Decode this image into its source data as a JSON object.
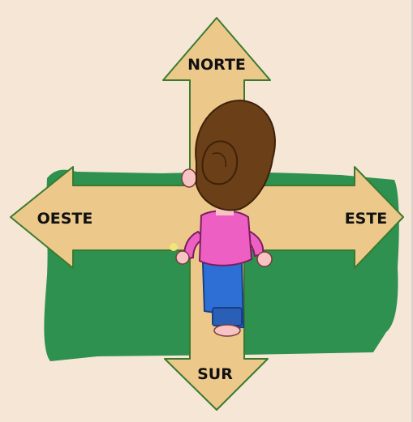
{
  "labels": {
    "north": "NORTE",
    "south": "SUR",
    "west": "OESTE",
    "east": "ESTE"
  },
  "colors": {
    "background": "#f5e6d6",
    "grass": "#2e9150",
    "arrow_fill": "#ecc98a",
    "arrow_stroke": "#3b7a2e",
    "hair": "#6b3f17",
    "shirt": "#ee5fc4",
    "pants": "#2d6fd4",
    "skin": "#f7c3c3"
  },
  "icons": [
    "compass-arrows",
    "girl-character"
  ]
}
